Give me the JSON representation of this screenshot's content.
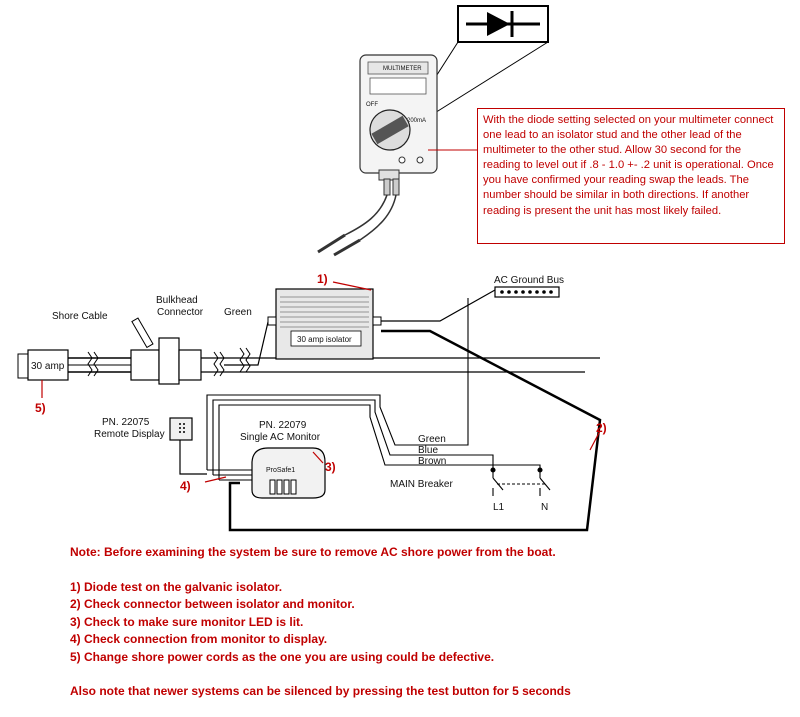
{
  "callout": {
    "text": "With the diode setting selected on your multimeter connect one lead to an isolator stud and the other lead of the multimeter to the other stud.  Allow 30 second for the reading to level out if .8 - 1.0 +- .2 unit is operational. Once you have confirmed your reading swap the leads. The number should be similar in both directions. If another reading is present the unit has most likely failed."
  },
  "multimeter": {
    "label": "MULTIMETER",
    "off_label": "OFF",
    "range_label": "200mA"
  },
  "labels": {
    "shore_cable": "Shore Cable",
    "bulkhead_line1": "Bulkhead",
    "bulkhead_line2": "Connector",
    "green_top": "Green",
    "isolator": "30 amp isolator",
    "ac_ground_bus": "AC Ground Bus",
    "plug": "30 amp",
    "remote_pn": "PN. 22075",
    "remote_name": "Remote Display",
    "monitor_pn": "PN. 22079",
    "monitor_name": "Single AC Monitor",
    "monitor_brand": "ProSafe1",
    "wire_green": "Green",
    "wire_blue": "Blue",
    "wire_brown": "Brown",
    "main_breaker": "MAIN Breaker",
    "l1": "L1",
    "n": "N"
  },
  "callout_numbers": {
    "n1": "1)",
    "n2": "2)",
    "n3": "3)",
    "n4": "4)",
    "n5": "5)"
  },
  "notes": {
    "warning": "Note: Before examining the system be sure to remove AC shore power from the boat.",
    "steps": [
      "1) Diode test on the galvanic isolator.",
      "2) Check connector between isolator and monitor.",
      "3) Check to make sure monitor LED is lit.",
      "4) Check connection from monitor to display.",
      "5) Change shore power cords as the one you are using could be defective."
    ],
    "footer": "Also note that newer systems can be silenced by pressing the test button for 5 seconds"
  },
  "colors": {
    "annotation": "#c00000",
    "line": "#111111"
  }
}
